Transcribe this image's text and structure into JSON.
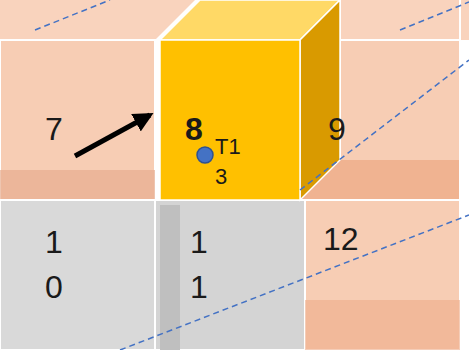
{
  "diagram": {
    "nodes": [
      {
        "text": [
          "7"
        ]
      },
      {
        "text": [
          "8",
          "T1 3"
        ]
      },
      {
        "text": [
          "9"
        ]
      },
      {
        "text": [
          "1 0"
        ]
      },
      {
        "text": [
          "1 1"
        ]
      },
      {
        "text": [
          "12"
        ]
      }
    ]
  }
}
